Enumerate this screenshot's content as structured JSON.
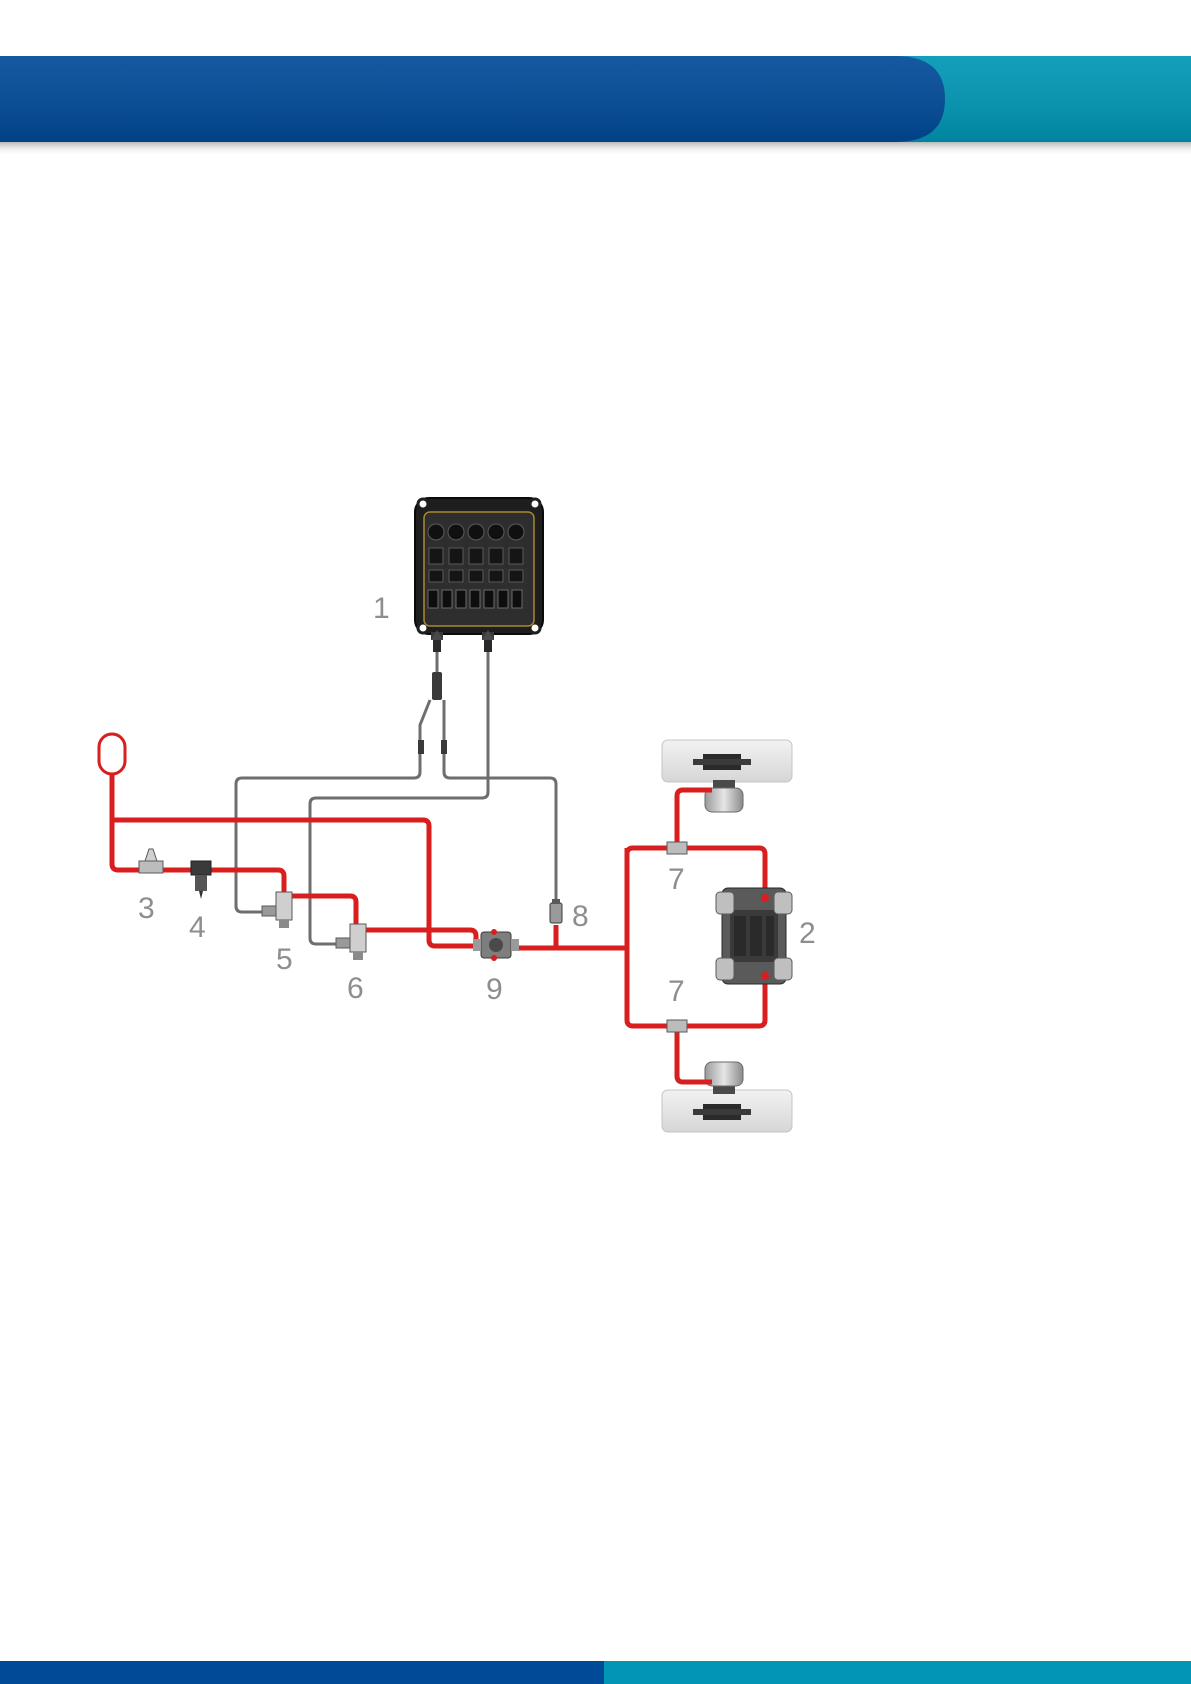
{
  "colors": {
    "header_blue": "#004a98",
    "header_teal": "#0096b4",
    "air_line": "#d81e1e",
    "cable": "#6e6e6e",
    "label_gray": "#8e8e8e"
  },
  "callouts": {
    "c1": "1",
    "c2": "2",
    "c3": "3",
    "c4": "4",
    "c5": "5",
    "c6": "6",
    "c7_top": "7",
    "c7_bottom": "7",
    "c8": "8",
    "c9": "9"
  }
}
